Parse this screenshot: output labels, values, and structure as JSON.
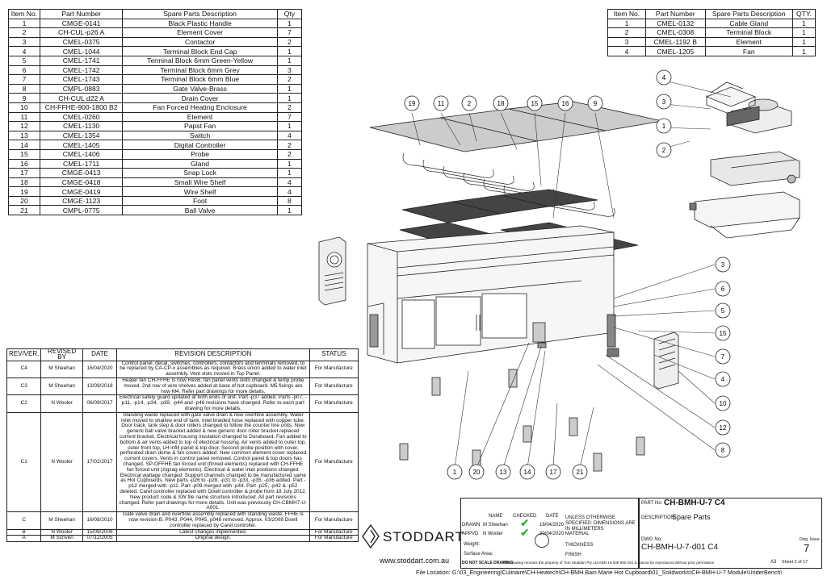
{
  "parts_table": {
    "headers": [
      "Item No.",
      "Part Number",
      "Spare Parts Description",
      "Qty"
    ],
    "rows": [
      [
        "1",
        "CMGE-0141",
        "Black Plastic Handle",
        "1"
      ],
      [
        "2",
        "CH-CUL-p26 A",
        "Element Cover",
        "7"
      ],
      [
        "3",
        "CMEL-0375",
        "Contactor",
        "2"
      ],
      [
        "4",
        "CMEL-1044",
        "Terminal Block End Cap",
        "1"
      ],
      [
        "5",
        "CMEL-1741",
        "Terminal Block 6mm Green-Yellow",
        "1"
      ],
      [
        "6",
        "CMEL-1742",
        "Terminal Block 6mm Grey",
        "3"
      ],
      [
        "7",
        "CMEL-1743",
        "Terminal Block 6mm Blue",
        "2"
      ],
      [
        "8",
        "CMPL-0883",
        "Gate Valve-Brass",
        "1"
      ],
      [
        "9",
        "CH-CUL d22 A",
        "Drain Cover",
        "1"
      ],
      [
        "10",
        "CH-FFHE-900-1800 B2",
        "Fan Forced Heating Enclosure",
        "2"
      ],
      [
        "11",
        "CMEL-0260",
        "Element",
        "7"
      ],
      [
        "12",
        "CMEL-1130",
        "Papst Fan",
        "1"
      ],
      [
        "13",
        "CMEL-1354",
        "Switch",
        "4"
      ],
      [
        "14",
        "CMEL-1405",
        "Digital Controller",
        "2"
      ],
      [
        "15",
        "CMEL-1406",
        "Probe",
        "2"
      ],
      [
        "16",
        "CMEL-1711",
        "Gland",
        "1"
      ],
      [
        "17",
        "CMGE-0413",
        "Snap Lock",
        "1"
      ],
      [
        "18",
        "CMGE-0418",
        "Small Wire Shelf",
        "4"
      ],
      [
        "19",
        "CMGE-0419",
        "Wire Shelf",
        "4"
      ],
      [
        "20",
        "CMGE-1123",
        "Foot",
        "8"
      ],
      [
        "21",
        "CMPL-0775",
        "Ball Valve",
        "1"
      ]
    ]
  },
  "sub_table": {
    "headers": [
      "Item No.",
      "Part Number",
      "Spare Parts Description",
      "QTY."
    ],
    "rows": [
      [
        "1",
        "CMEL-0132",
        "Cable Gland",
        "1"
      ],
      [
        "2",
        "CMEL-0308",
        "Terminal Block",
        "1"
      ],
      [
        "3",
        "CMEL-1192 B",
        "Element",
        "1"
      ],
      [
        "4",
        "CMEL-1205",
        "Fan",
        "1"
      ]
    ]
  },
  "revision_table": {
    "headers": [
      "REV/VER.",
      "REVISED BY",
      "DATE",
      "REVISION DESCRIPTION",
      "STATUS"
    ],
    "rows": [
      [
        "C4",
        "M Sheehan",
        "16/04/2020",
        "Control panel, decal, switches, controllers, contactors and terminals removed, to be replaced by CA-CP-x assemblies as required. Brass union added to water inlet assembly. Vent slots moved in Top Panel.",
        "For Manufacture"
      ],
      [
        "C3",
        "M Sheehan",
        "13/09/2018",
        "Heater fan CH-FFHE is now RevB, fan panel vents slots changed & temp probe moved. 2nd row of wire shelves added at base of hot cupboard. M5 fixings are now M4. Refer part drawings for more details.",
        "For Manufacture"
      ],
      [
        "C2",
        "N Wooler",
        "06/09/2017",
        "Electrical safety guard updated at both ends of unit. Part -p37 added. Parts -p07, -p11, -p14, -p34, -p39, -p44 and -p46 revisions have changed. Refer to each part drawing for more details.",
        "For Manufacture"
      ],
      [
        "C1",
        "N Wooler",
        "17/02/2017",
        "Standing waste replaced with gate valve drain & new overflow assembly. Water inlet moved to shallow end of tank. Inlet braided hose replaced with copper tube. Door track, tank step & door rollers changed to follow the counter line units. New generic ball valve bracket added & new generic door roller bracket replaced current bracket. Electrical housing insulation changed to Duraboard. Fan added to bottom & air vents added to top of electrical housing. Air vents added to outer top, outer front top, LH infill panel & top door. Second probe position with cover, perforated drain dome & fan covers added. New common element cover replaced current covers. Vents in control panel removed. Control panel & top doors has changed. SP-OFFHE fan forced unit (finned elements) replaced with CH-FFHE fan forced unit (zigzag elements). Electrical & water inlet positions changed. Electrical wattage changed. Support channels changed to be manufactured same as Hot Cupboards. New parts -p26 to -p28, -p31 to -p33, -p35, -p36 added. Part -p12 merged with -p11. Part -p09 merged with -p44. Part -p25, -p42 & -p52 deleted. Carel controller replaced with Dixell controller & probe from 18 July 2012. New product code & SW file name structure introduced. All part revisions changed. Refer part drawings for more details. Unit was previously CH-CBMH7-U-A001.",
        "For Manufacture"
      ],
      [
        "C",
        "M Sheehan",
        "16/08/2010",
        "Gate valve drain and overflow assembly replaced with standing waste. FFHE is now revision B. P043, P044, P045, p048 removed. Approx. 03/2008 Dixell controller replaced by Carel controller.",
        "For Manufacture"
      ],
      [
        "B",
        "N Wooler",
        "15/09/2006",
        "Latest changes implemented.",
        "For Manufacture"
      ],
      [
        "A",
        "M Scriven",
        "07/12/2005",
        "Original design.",
        "For Manufacture"
      ]
    ]
  },
  "callouts": [
    "19",
    "11",
    "2",
    "18",
    "15",
    "16",
    "9",
    "3",
    "6",
    "5",
    "15",
    "7",
    "4",
    "10",
    "12",
    "8",
    "1",
    "20",
    "13",
    "14",
    "17",
    "21"
  ],
  "sub_callouts": [
    "4",
    "3",
    "1",
    "2"
  ],
  "title_block": {
    "col_name": "NAME",
    "col_checked": "CHECKED",
    "col_date": "DATE",
    "drawn_label": "DRAWN",
    "drawn_name": "M Sheehan",
    "drawn_date": "16/04/2020",
    "apprvd_label": "APPVD",
    "apprvd_name": "N Wooler",
    "apprvd_date": "20/04/2020",
    "unless_text": "UNLESS OTHERWISE SPECIFIED: DIMENSIONS ARE IN MILLIMETERS",
    "material_label": "MATERIAL",
    "weight_label": "Weight:",
    "thickness_label": "THICKNESS",
    "surface_label": "Surface Area:",
    "finish_label": "FINISH",
    "part_no_label": "PART No:",
    "part_no": "CH-BMH-U-7 C4",
    "description_label": "DESCRIPTION:",
    "description": "Spare Parts",
    "dwg_label": "DWG No:",
    "dwg_no": "CH-BMH-U-7-d01 C4",
    "dwg_issue_label": "Dwg. Issue",
    "dwg_issue": "7",
    "do_not_scale": "DO NOT SCALE DRAWING",
    "copyright": "This drawing remains the property of Tom Stoddart Pty Ltd ABN 16 009 690 251 & cannot be reproduced without prior permission",
    "size": "A3",
    "sheet": "Sheet 2 of 17"
  },
  "brand": {
    "name": "STODDART",
    "website": "www.stoddart.com.au"
  },
  "file_location": "File Location: G:\\03_Engineering\\Culinaire\\CH-Heatech\\CH-BMH Bain Marie Hot Cupboard\\01_Solidworks\\CH-BMH-U-7 Module\\UnderBench\\",
  "colors": {
    "check": "#2aa52a",
    "line": "#222222"
  }
}
